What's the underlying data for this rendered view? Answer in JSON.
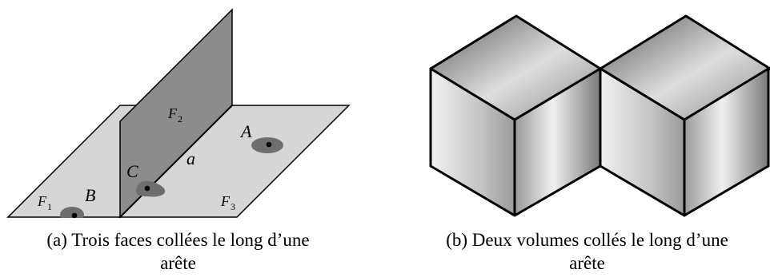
{
  "figure_a": {
    "caption_line1": "(a) Trois faces collées le long d’une",
    "caption_line2": "arête",
    "labels": {
      "F1": "F",
      "F1_sub": "1",
      "F2": "F",
      "F2_sub": "2",
      "F3": "F",
      "F3_sub": "3",
      "A": "A",
      "B": "B",
      "C": "C",
      "edge": "a"
    }
  },
  "figure_b": {
    "caption_line1": "(b) Deux volumes collés le long d’une",
    "caption_line2": "arête"
  },
  "colors": {
    "face_light": "#d6d6d6",
    "face_dark": "#8c8c8c",
    "region": "#6e6e6e",
    "outline": "#000000"
  }
}
